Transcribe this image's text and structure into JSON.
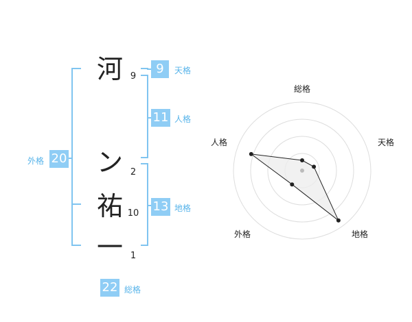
{
  "name": {
    "characters": [
      {
        "char": "河",
        "strokes": "9"
      },
      {
        "char": "ン",
        "strokes": "2"
      },
      {
        "char": "祐",
        "strokes": "10"
      },
      {
        "char": "一",
        "strokes": "1"
      }
    ]
  },
  "kakusu": {
    "tenkaku": {
      "value": "9",
      "label": "天格"
    },
    "jinkaku": {
      "value": "11",
      "label": "人格"
    },
    "chikaku": {
      "value": "13",
      "label": "地格"
    },
    "gaikaku": {
      "value": "20",
      "label": "外格"
    },
    "soukaku": {
      "value": "22",
      "label": "総格"
    }
  },
  "colors": {
    "accent": "#8fcdf5",
    "label": "#58b4ea",
    "bracket": "#7fc4f0",
    "text": "#222222"
  },
  "chart_data": {
    "type": "radar",
    "axes": [
      "総格",
      "天格",
      "地格",
      "外格",
      "人格"
    ],
    "values": [
      0.15,
      0.18,
      0.9,
      0.25,
      0.78
    ],
    "range": [
      0,
      1
    ],
    "rings": 4,
    "grid": true
  }
}
